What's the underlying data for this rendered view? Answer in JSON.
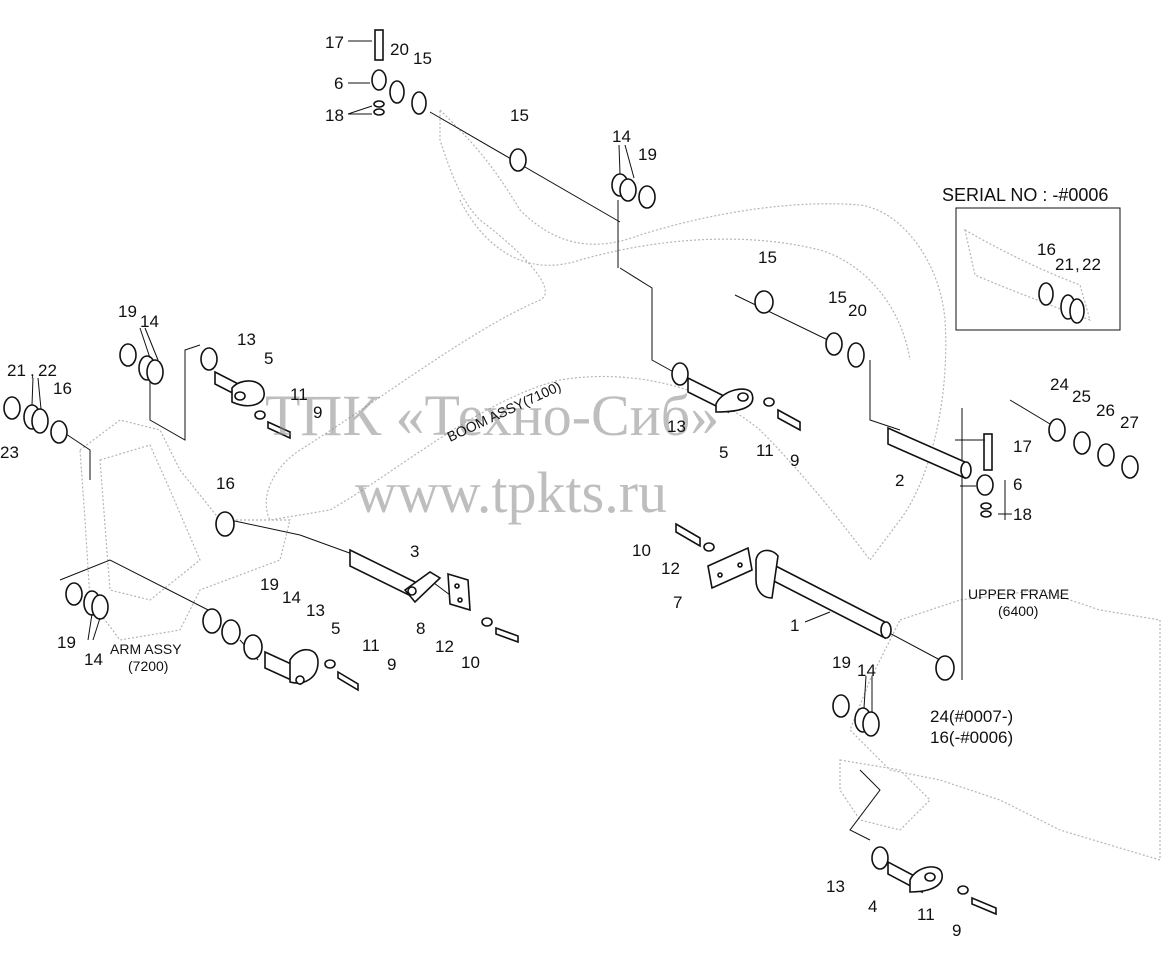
{
  "watermark": {
    "line1": "ТПК «Техно-Сиб»",
    "line2": "www.tpkts.ru"
  },
  "serial_box": {
    "title": "SERIAL NO : -#0006",
    "callouts": [
      "16",
      "21",
      "22"
    ]
  },
  "assembly_labels": {
    "boom": "BOOM ASSY(7100)",
    "arm_line1": "ARM ASSY",
    "arm_line2": "(7200)",
    "upper_line1": "UPPER FRAME",
    "upper_line2": "(6400)",
    "note_line1": "24(#0007-)",
    "note_line2": "16(-#0006)"
  },
  "callouts": {
    "top": [
      "17",
      "20",
      "15",
      "6",
      "18"
    ],
    "upper_mid": [
      "15",
      "14",
      "19",
      "15",
      "15",
      "20"
    ],
    "left": [
      "19",
      "14",
      "21",
      "22",
      "16",
      "23",
      "13",
      "5",
      "11",
      "9",
      "16",
      "3",
      "8",
      "12",
      "10"
    ],
    "lower_left": [
      "19",
      "14",
      "19",
      "14",
      "13",
      "5",
      "11",
      "9"
    ],
    "center": [
      "13",
      "5",
      "11",
      "9",
      "2",
      "17",
      "6",
      "18",
      "10",
      "12",
      "7",
      "1"
    ],
    "right": [
      "24",
      "25",
      "26",
      "27"
    ],
    "bottom_right": [
      "19",
      "14",
      "13",
      "4",
      "11",
      "9"
    ]
  }
}
